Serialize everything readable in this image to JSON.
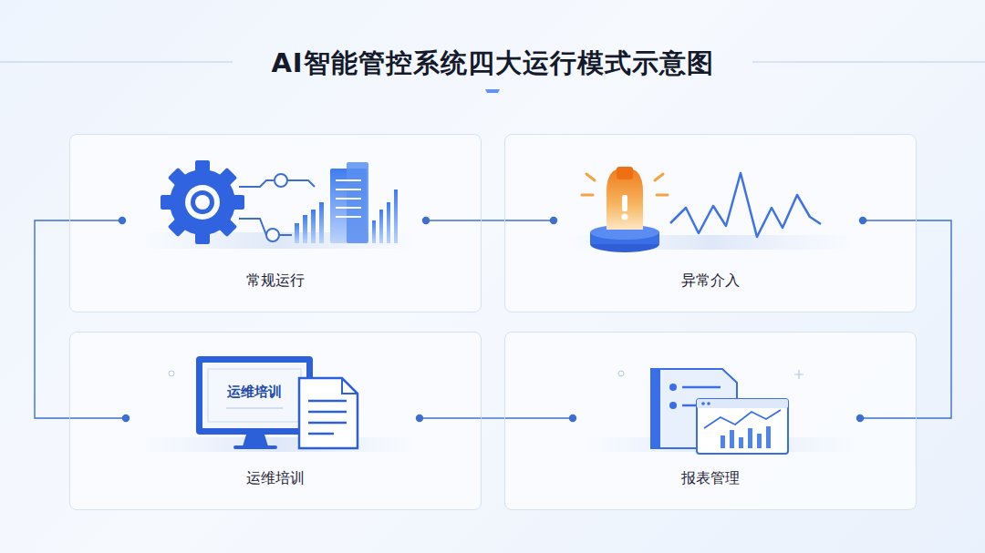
{
  "diagram": {
    "title": "AI智能管控系统四大运行模式示意图",
    "nodes": [
      {
        "text": [
          "常规运行"
        ]
      },
      {
        "text": [
          "异常介入"
        ]
      },
      {
        "text": [
          "运维培训"
        ]
      },
      {
        "text": [
          "报表管理"
        ]
      }
    ],
    "edges": [
      {
        "from": 0,
        "to": 1,
        "arrow": "none"
      },
      {
        "from": 1,
        "to": 3,
        "arrow": "none"
      },
      {
        "from": 2,
        "to": 3,
        "arrow": "none"
      },
      {
        "from": 0,
        "to": 2,
        "arrow": "none"
      }
    ],
    "labels": [
      "运维培训"
    ]
  }
}
